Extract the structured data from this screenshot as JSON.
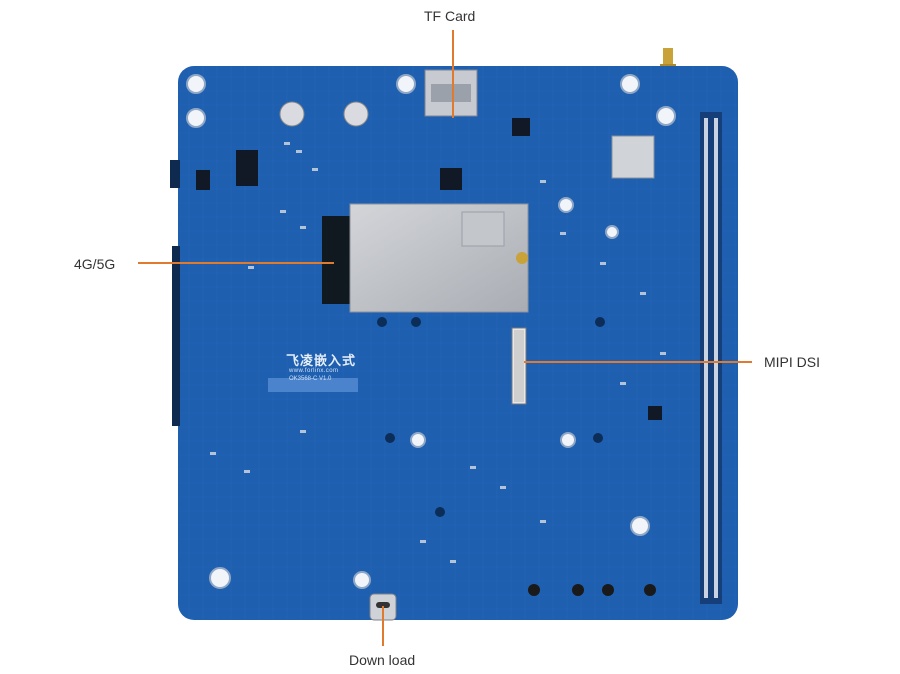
{
  "callouts": {
    "tf_card": "TF Card",
    "lte_5g": "4G/5G",
    "mipi_dsi": "MIPI DSI",
    "download": "Down load"
  },
  "board": {
    "brand": "飞凌嵌入式",
    "brand_url": "www.forlinx.com",
    "model": "OK3568-C V1.0"
  },
  "colors": {
    "pcb": "#1f5fb0",
    "trace": "#2a6cc0",
    "callout_line": "#e07a2f",
    "shield": "#b9bcc1"
  }
}
